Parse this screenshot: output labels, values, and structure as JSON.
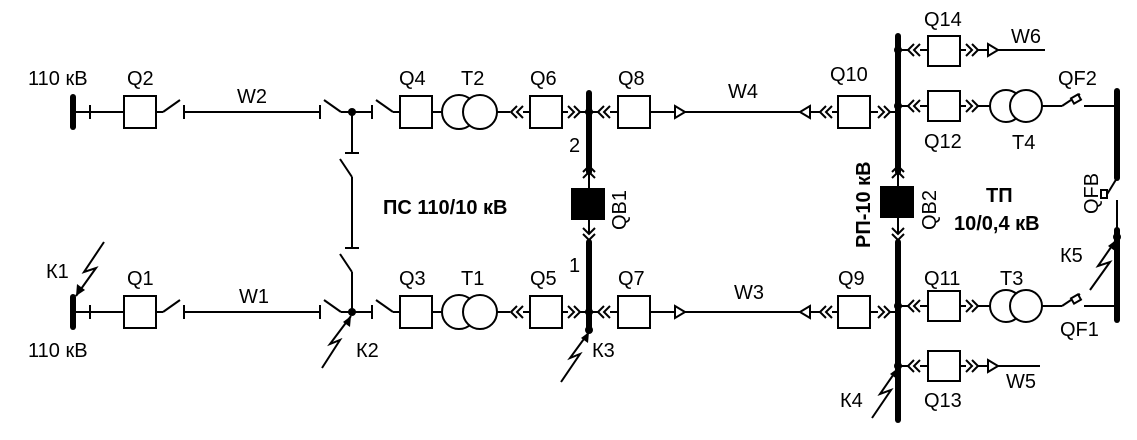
{
  "colors": {
    "line": "#000000",
    "background": "#ffffff"
  },
  "labels": {
    "kv110_top": "110 кВ",
    "kv110_bottom": "110 кВ",
    "Q1": "Q1",
    "Q2": "Q2",
    "Q3": "Q3",
    "Q4": "Q4",
    "Q5": "Q5",
    "Q6": "Q6",
    "Q7": "Q7",
    "Q8": "Q8",
    "Q9": "Q9",
    "Q10": "Q10",
    "Q11": "Q11",
    "Q12": "Q12",
    "Q13": "Q13",
    "Q14": "Q14",
    "W1": "W1",
    "W2": "W2",
    "W3": "W3",
    "W4": "W4",
    "W5": "W5",
    "W6": "W6",
    "T1": "T1",
    "T2": "T2",
    "T3": "T3",
    "T4": "T4",
    "K1": "К1",
    "K2": "К2",
    "K3": "К3",
    "K4": "К4",
    "K5": "К5",
    "QB1": "QB1",
    "QB2": "QB2",
    "QF1": "QF1",
    "QF2": "QF2",
    "QFB": "QFB",
    "sec1": "1",
    "sec2": "2",
    "ps": "ПС 110/10 кВ",
    "rp": "РП-10 кВ",
    "tp1": "ТП",
    "tp2": "10/0,4 кВ"
  }
}
